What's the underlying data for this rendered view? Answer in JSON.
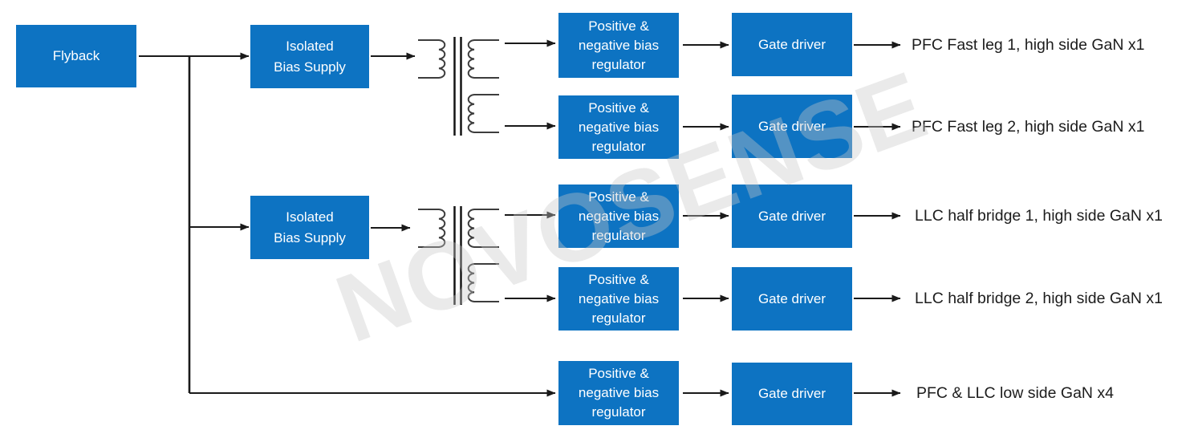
{
  "watermark": {
    "text": "NOVOSENSE"
  },
  "colors": {
    "box_blue": "#0d73c2",
    "box_text": "#ffffff",
    "connector_black": "#1a1a1a",
    "output_text": "#1c1c1c",
    "watermark_gray_on_white": "#eaeaea"
  },
  "source": {
    "label": "Flyback"
  },
  "bias_supplies": [
    {
      "label": "Isolated\nBias Supply"
    },
    {
      "label": "Isolated\nBias Supply"
    }
  ],
  "regulators": [
    {
      "label": "Positive &\nnegative bias\nregulator"
    },
    {
      "label": "Positive &\nnegative bias\nregulator"
    },
    {
      "label": "Positive &\nnegative bias\nregulator"
    },
    {
      "label": "Positive &\nnegative bias\nregulator"
    },
    {
      "label": "Positive &\nnegative bias\nregulator"
    }
  ],
  "gate_drivers": [
    {
      "label": "Gate driver"
    },
    {
      "label": "Gate driver"
    },
    {
      "label": "Gate driver"
    },
    {
      "label": "Gate driver"
    },
    {
      "label": "Gate driver"
    }
  ],
  "outputs": [
    {
      "label": "PFC Fast leg 1, high side GaN x1"
    },
    {
      "label": "PFC Fast leg 2, high side GaN x1"
    },
    {
      "label": "LLC half bridge 1, high side GaN x1"
    },
    {
      "label": "LLC half bridge 2, high side GaN x1"
    },
    {
      "label": "PFC & LLC low side GaN x4"
    }
  ]
}
